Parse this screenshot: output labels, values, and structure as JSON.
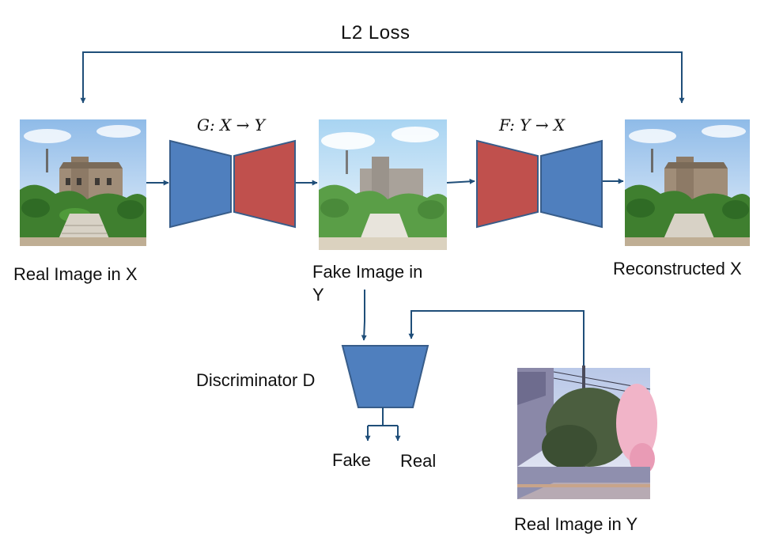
{
  "labels": {
    "loss": "L2 Loss",
    "generator_g": "G: X → Y",
    "generator_f": "F: Y → X",
    "real_x": "Real Image in X",
    "fake_y_line1": "Fake Image in",
    "fake_y_line2": "Y",
    "reconstructed_x": "Reconstructed X",
    "discriminator": "Discriminator D",
    "output_fake": "Fake",
    "output_real": "Real",
    "real_y": "Real Image in Y"
  },
  "colors": {
    "encoder_blue": "#4F7FBE",
    "decoder_red": "#C0504D",
    "outline": "#385D8A",
    "arrow": "#1F4E79"
  }
}
